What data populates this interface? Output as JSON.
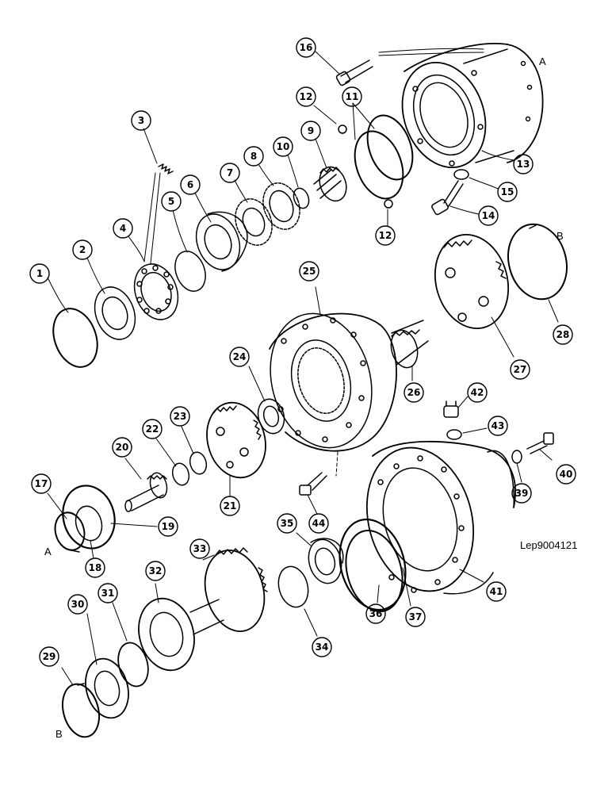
{
  "drawing": {
    "code": "Lep9004121",
    "view_letters": [
      "A",
      "B",
      "A",
      "B"
    ],
    "callouts": [
      "1",
      "2",
      "3",
      "4",
      "5",
      "6",
      "7",
      "8",
      "9",
      "10",
      "11",
      "12",
      "12",
      "13",
      "14",
      "15",
      "16",
      "17",
      "18",
      "19",
      "20",
      "21",
      "22",
      "23",
      "24",
      "25",
      "26",
      "27",
      "28",
      "29",
      "30",
      "31",
      "32",
      "33",
      "34",
      "35",
      "36",
      "37",
      "39",
      "40",
      "41",
      "42",
      "43",
      "44"
    ]
  },
  "colors": {
    "ink": "#000000",
    "paper": "#ffffff"
  }
}
